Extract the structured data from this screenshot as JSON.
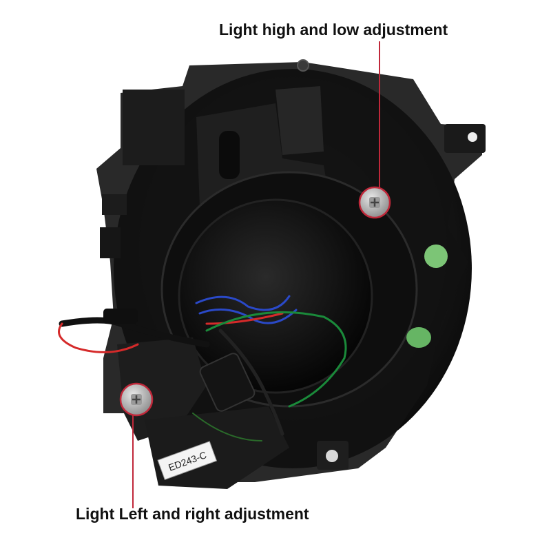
{
  "annotations": {
    "high_low_label": "Light high and low adjustment",
    "left_right_label": "Light Left and right adjustment"
  },
  "product": {
    "part_label": "ED243-C"
  },
  "colors": {
    "housing": "#151515",
    "callout_line": "#c0283a",
    "green_sticker": "#7cc576",
    "background": "#ffffff"
  }
}
